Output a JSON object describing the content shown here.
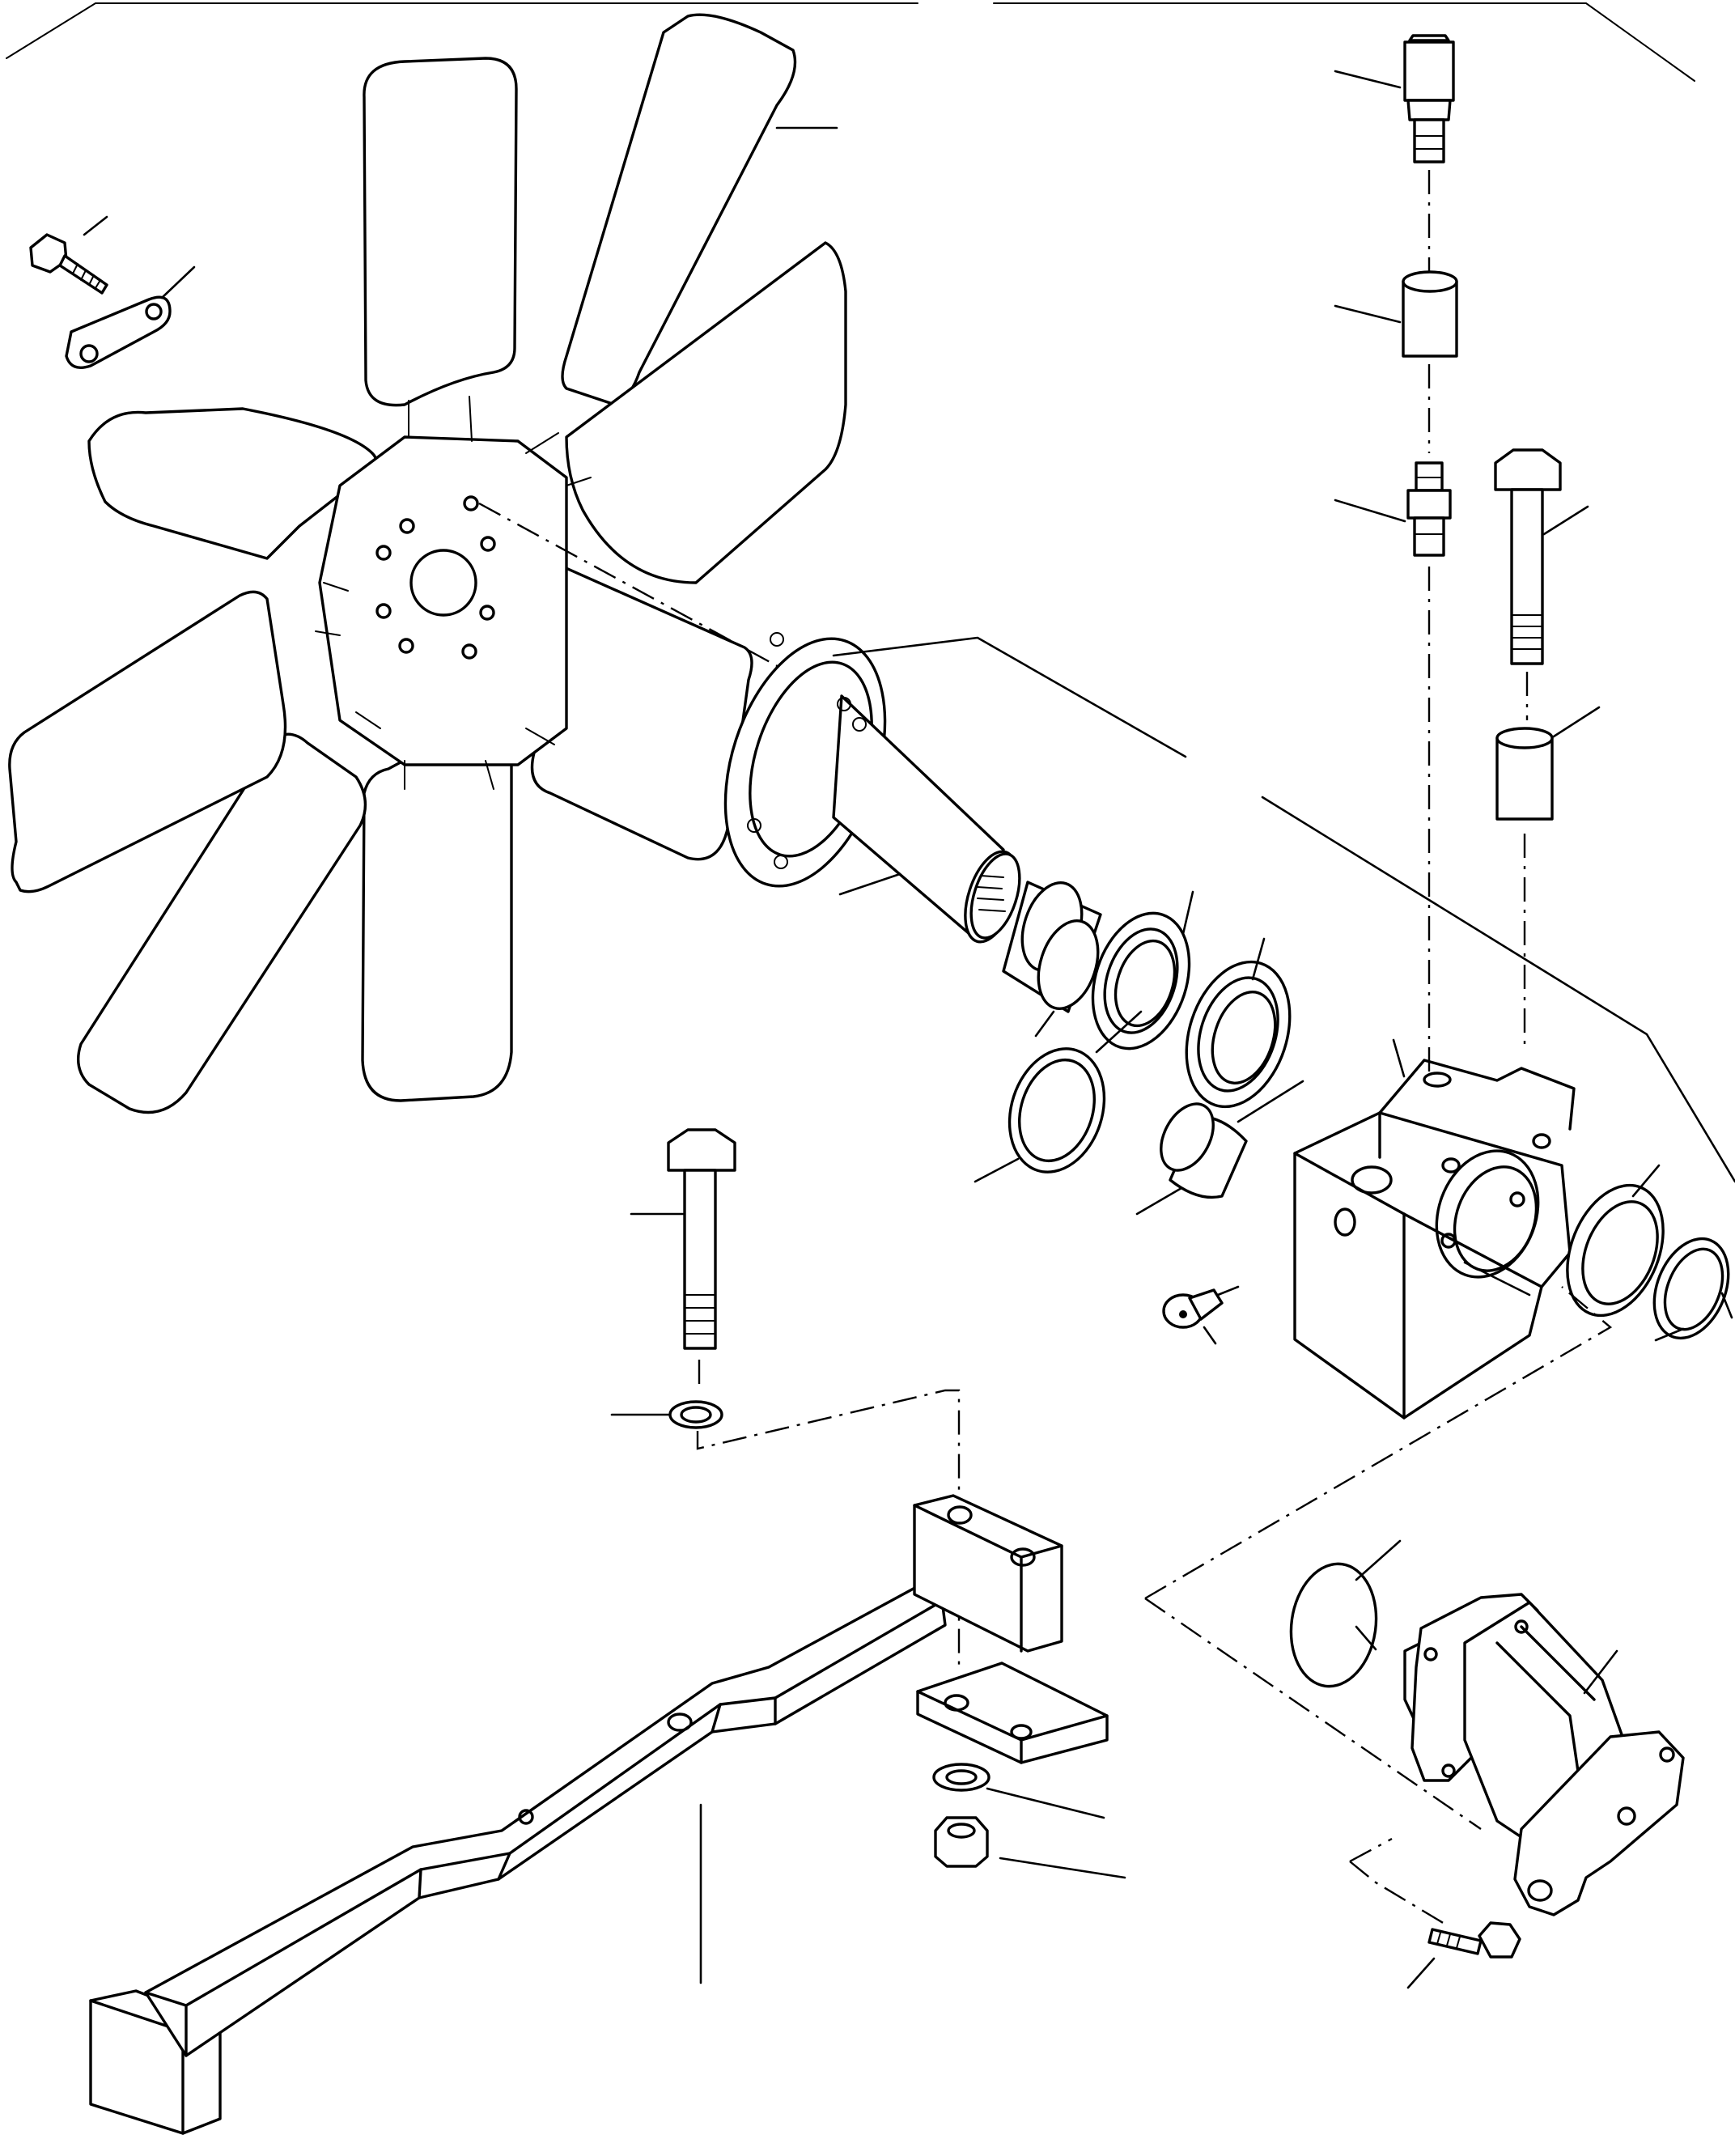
{
  "figure": {
    "type": "exploded-parts-diagram",
    "text_labels": []
  },
  "parts": [
    {
      "id": "fan",
      "icon": "cooling-fan-6-blade"
    },
    {
      "id": "fan-bolt",
      "icon": "hex-bolt"
    },
    {
      "id": "lock-plate",
      "icon": "lock-plate"
    },
    {
      "id": "fan-hub-shaft",
      "icon": "flanged-shaft"
    },
    {
      "id": "needle-bearing",
      "icon": "needle-bearing"
    },
    {
      "id": "spacer",
      "icon": "bushing"
    },
    {
      "id": "ball-bearing-1",
      "icon": "ball-bearing"
    },
    {
      "id": "ball-bearing-2",
      "icon": "ball-bearing"
    },
    {
      "id": "shim",
      "icon": "flat-ring"
    },
    {
      "id": "collar",
      "icon": "collar"
    },
    {
      "id": "bearing-housing",
      "icon": "housing-block"
    },
    {
      "id": "ball-bearing-3",
      "icon": "ball-bearing"
    },
    {
      "id": "snap-ring",
      "icon": "circlip"
    },
    {
      "id": "plug",
      "icon": "plug"
    },
    {
      "id": "grease-fitting",
      "icon": "grease-nipple"
    },
    {
      "id": "sleeve-upper",
      "icon": "sleeve"
    },
    {
      "id": "adapter",
      "icon": "adapter-fitting"
    },
    {
      "id": "housing-bolt",
      "icon": "long-hex-bolt"
    },
    {
      "id": "sleeve-lower",
      "icon": "sleeve"
    },
    {
      "id": "mount-bolt",
      "icon": "long-hex-bolt"
    },
    {
      "id": "mount-washer",
      "icon": "washer"
    },
    {
      "id": "support-bracket",
      "icon": "support-arm"
    },
    {
      "id": "plate",
      "icon": "plate"
    },
    {
      "id": "washer",
      "icon": "washer"
    },
    {
      "id": "nut",
      "icon": "hex-nut"
    },
    {
      "id": "o-ring",
      "icon": "o-ring"
    },
    {
      "id": "hydraulic-motor",
      "icon": "hydraulic-motor"
    },
    {
      "id": "motor-bolt",
      "icon": "hex-bolt"
    }
  ]
}
